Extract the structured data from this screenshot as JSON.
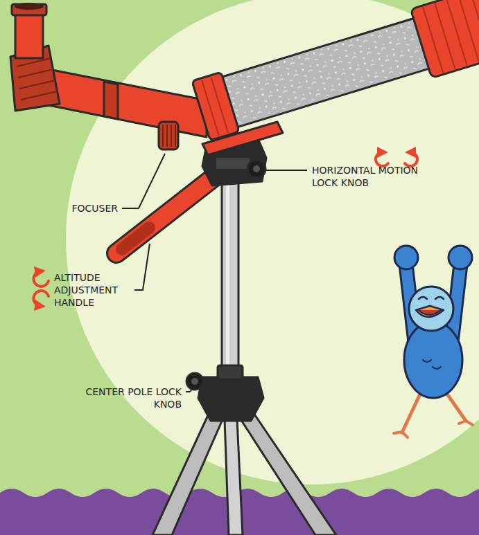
{
  "diagram": {
    "labels": [
      "FOCUSER",
      "HORIZONTAL MOTION LOCK KNOB",
      "ALTITUDE ADJUSTMENT HANDLE",
      "CENTER POLE LOCK KNOB"
    ]
  }
}
